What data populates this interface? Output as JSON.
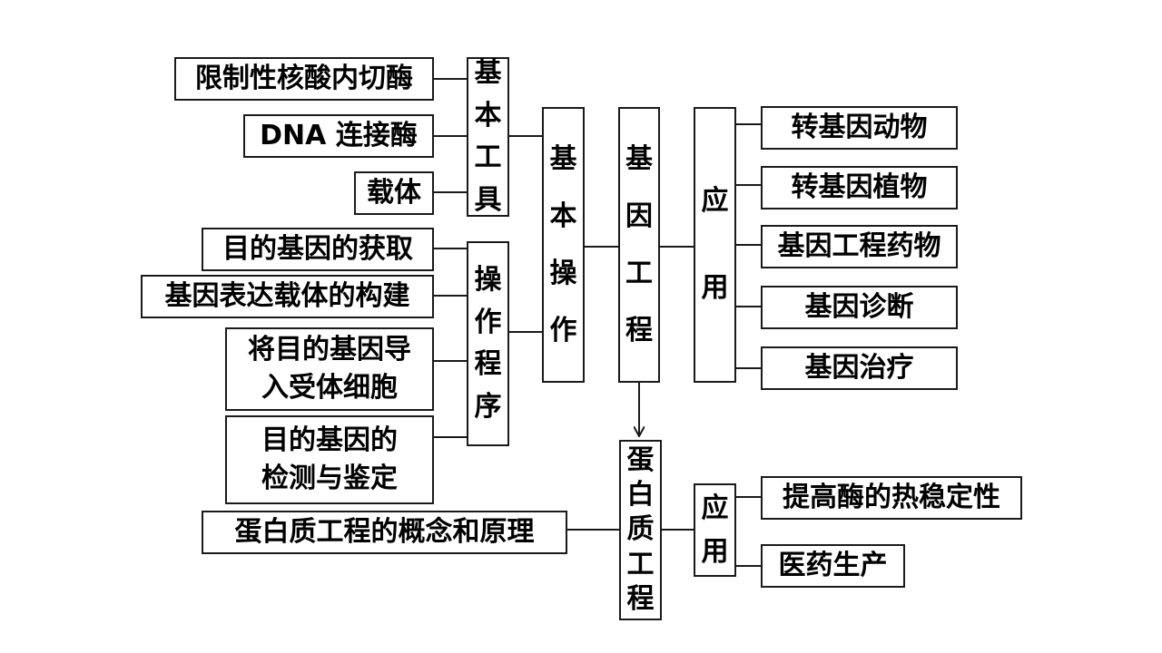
{
  "left_tools": {
    "items": [
      "限制性核酸内切酶",
      "DNA 连接酶",
      "载体"
    ],
    "group": [
      "基",
      "本",
      "工",
      "具"
    ]
  },
  "left_steps": {
    "items": [
      "目的基因的获取",
      "基因表达载体的构建",
      "将目的基因导",
      "入受体细胞",
      "目的基因的",
      "检测与鉴定"
    ],
    "group": [
      "操",
      "作",
      "程",
      "序"
    ]
  },
  "basic_ops": [
    "基",
    "本",
    "操",
    "作"
  ],
  "gene_eng": [
    "基",
    "因",
    "工",
    "程"
  ],
  "gene_app": {
    "label": [
      "应",
      "用"
    ],
    "items": [
      "转基因动物",
      "转基因植物",
      "基因工程药物",
      "基因诊断",
      "基因治疗"
    ]
  },
  "protein_eng": [
    "蛋",
    "白",
    "质",
    "工",
    "程"
  ],
  "protein_concept": "蛋白质工程的概念和原理",
  "protein_app": {
    "label": [
      "应",
      "用"
    ],
    "items": [
      "提高酶的热稳定性",
      "医药生产"
    ]
  }
}
